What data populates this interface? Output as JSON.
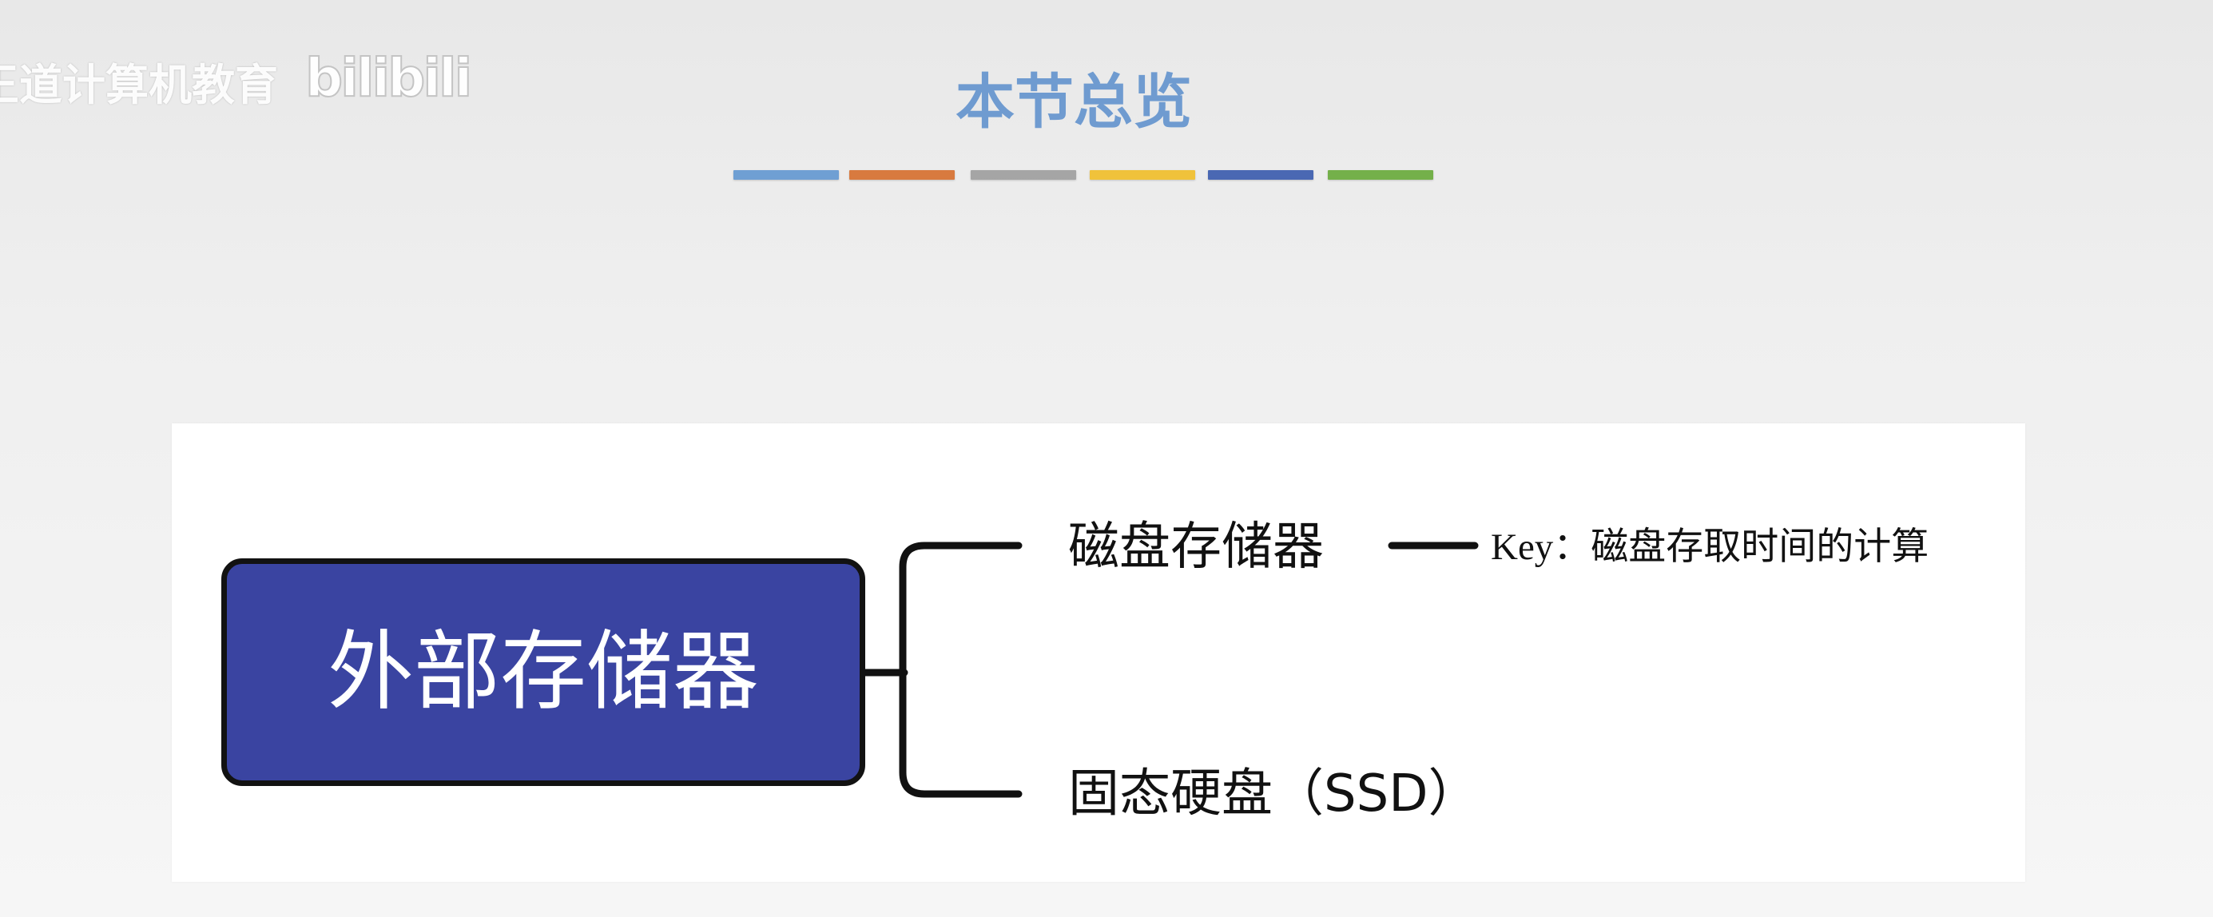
{
  "watermark": {
    "text": "王道计算机教育",
    "logo": "bilibili"
  },
  "slide": {
    "title": "本节总览",
    "title_color": "#6f9bd0",
    "color_bar": [
      "#6f9fd3",
      "#d87a3f",
      "#a5a5a5",
      "#f0c23b",
      "#4a68b3",
      "#74b04a"
    ]
  },
  "mindmap": {
    "root": {
      "label": "外部存储器",
      "fill": "#3a44a1"
    },
    "branches": [
      {
        "label": "磁盘存储器",
        "note": "Key：磁盘存取时间的计算"
      },
      {
        "label": "固态硬盘（SSD）"
      }
    ]
  }
}
